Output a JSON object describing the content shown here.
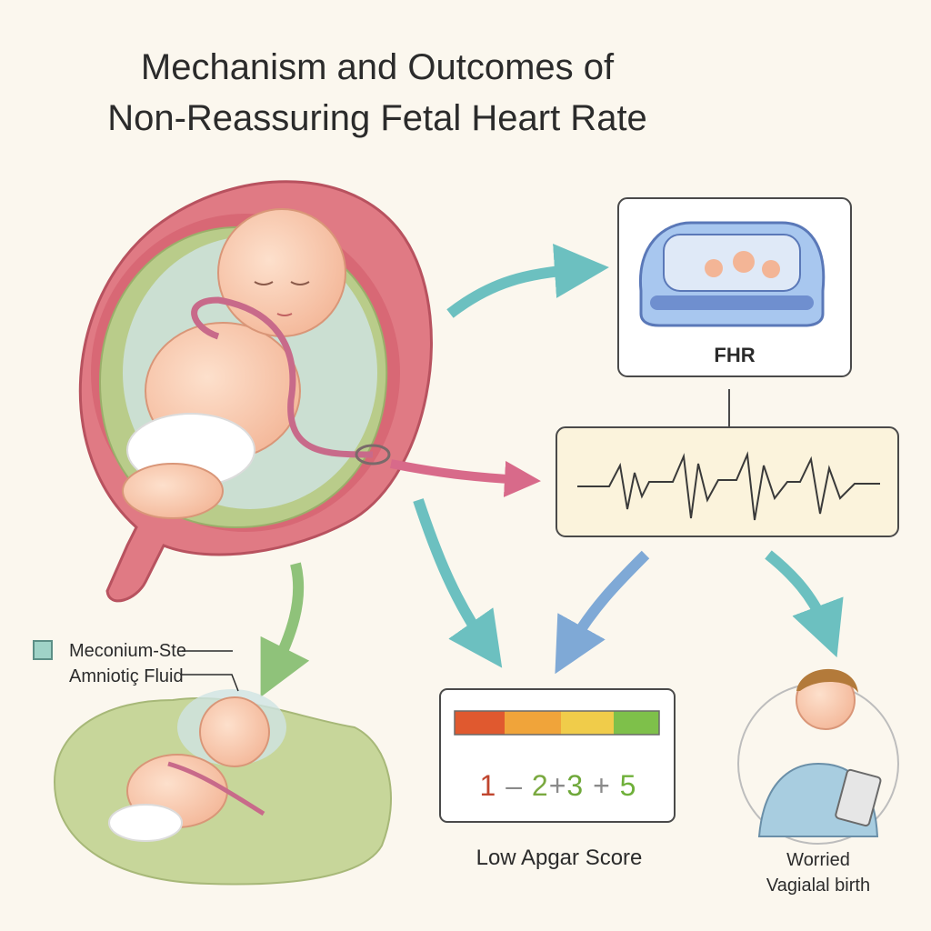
{
  "title": {
    "line1": "Mechanism and Outcomes of",
    "line2": "Non-Reassuring Fetal Heart Rate"
  },
  "monitor": {
    "label": "FHR"
  },
  "legend": {
    "line1": "Meconium-Ste",
    "line2": "Amniotiç Fluid",
    "swatch_color": "#9fd3c7"
  },
  "apgar": {
    "scale": {
      "n1": "1",
      "op1": "–",
      "n2": "2",
      "op2": "+",
      "n3": "3",
      "op3": "+",
      "n4": "5"
    },
    "caption": "Low Apgar Score",
    "bar_colors": [
      "#e0592f",
      "#f0a43a",
      "#f0cc4a",
      "#7ec04a"
    ]
  },
  "outcome": {
    "line1": "Worried",
    "line2": "Vagialal birth"
  },
  "colors": {
    "arrow_teal": "#6cc0c0",
    "arrow_pink": "#d86a8a",
    "arrow_green": "#8fc27a",
    "arrow_blue": "#7fa9d6",
    "uterus": "#e07a84",
    "fluid": "#b9cc8a"
  }
}
